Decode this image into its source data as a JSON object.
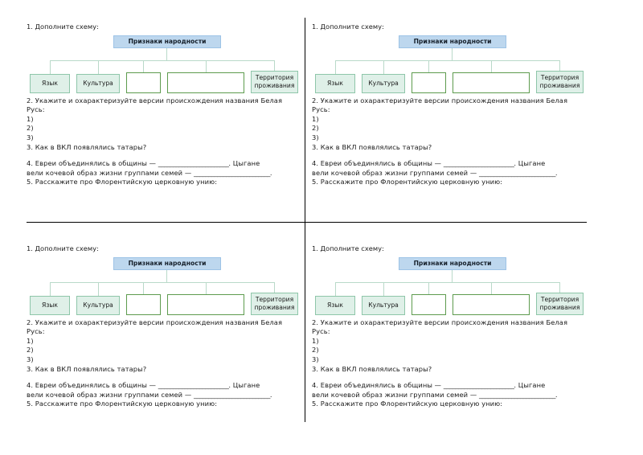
{
  "document": {
    "layout": "four-up worksheet, identical content repeated in each quadrant",
    "background_color": "#ffffff",
    "divider_color": "#000000"
  },
  "colors": {
    "root_box_fill": "#bdd7ee",
    "root_box_border": "#9dc3e6",
    "leaf_box_fill": "#dff0e8",
    "leaf_box_border": "#8ec6a9",
    "blank_box_fill": "#ffffff",
    "blank_box_border": "#5d9b4e",
    "connector": "#b9d9c9",
    "text": "#1a1a1a"
  },
  "worksheet": {
    "task1_prompt": "1. Дополните схему:",
    "diagram": {
      "root_label": "Признаки народности",
      "children": [
        {
          "label": "Язык",
          "filled": true
        },
        {
          "label": "Культура",
          "filled": true
        },
        {
          "label": "",
          "filled": false
        },
        {
          "label": "",
          "filled": false
        },
        {
          "label_line1": "Территория",
          "label_line2": "проживания",
          "filled": true
        }
      ]
    },
    "task2_prompt_line1": "2. Укажите и охарактеризуйте версии происхождения названия Белая",
    "task2_prompt_line2": "Русь:",
    "task2_items": [
      "1)",
      "2)",
      "3)"
    ],
    "task3_prompt": "3. Как в ВКЛ появлялись татары?",
    "task4_line1_before": "4. Евреи объединялись в общины — ",
    "task4_line1_blank": "________________________",
    "task4_line1_after": ". Цыгане",
    "task4_line2_before": "вели кочевой образ жизни группами семей — ",
    "task4_line2_blank": "__________________________",
    "task4_line2_after": ".",
    "task5_prompt": "5. Расскажите про Флорентийскую церковную унию:"
  }
}
